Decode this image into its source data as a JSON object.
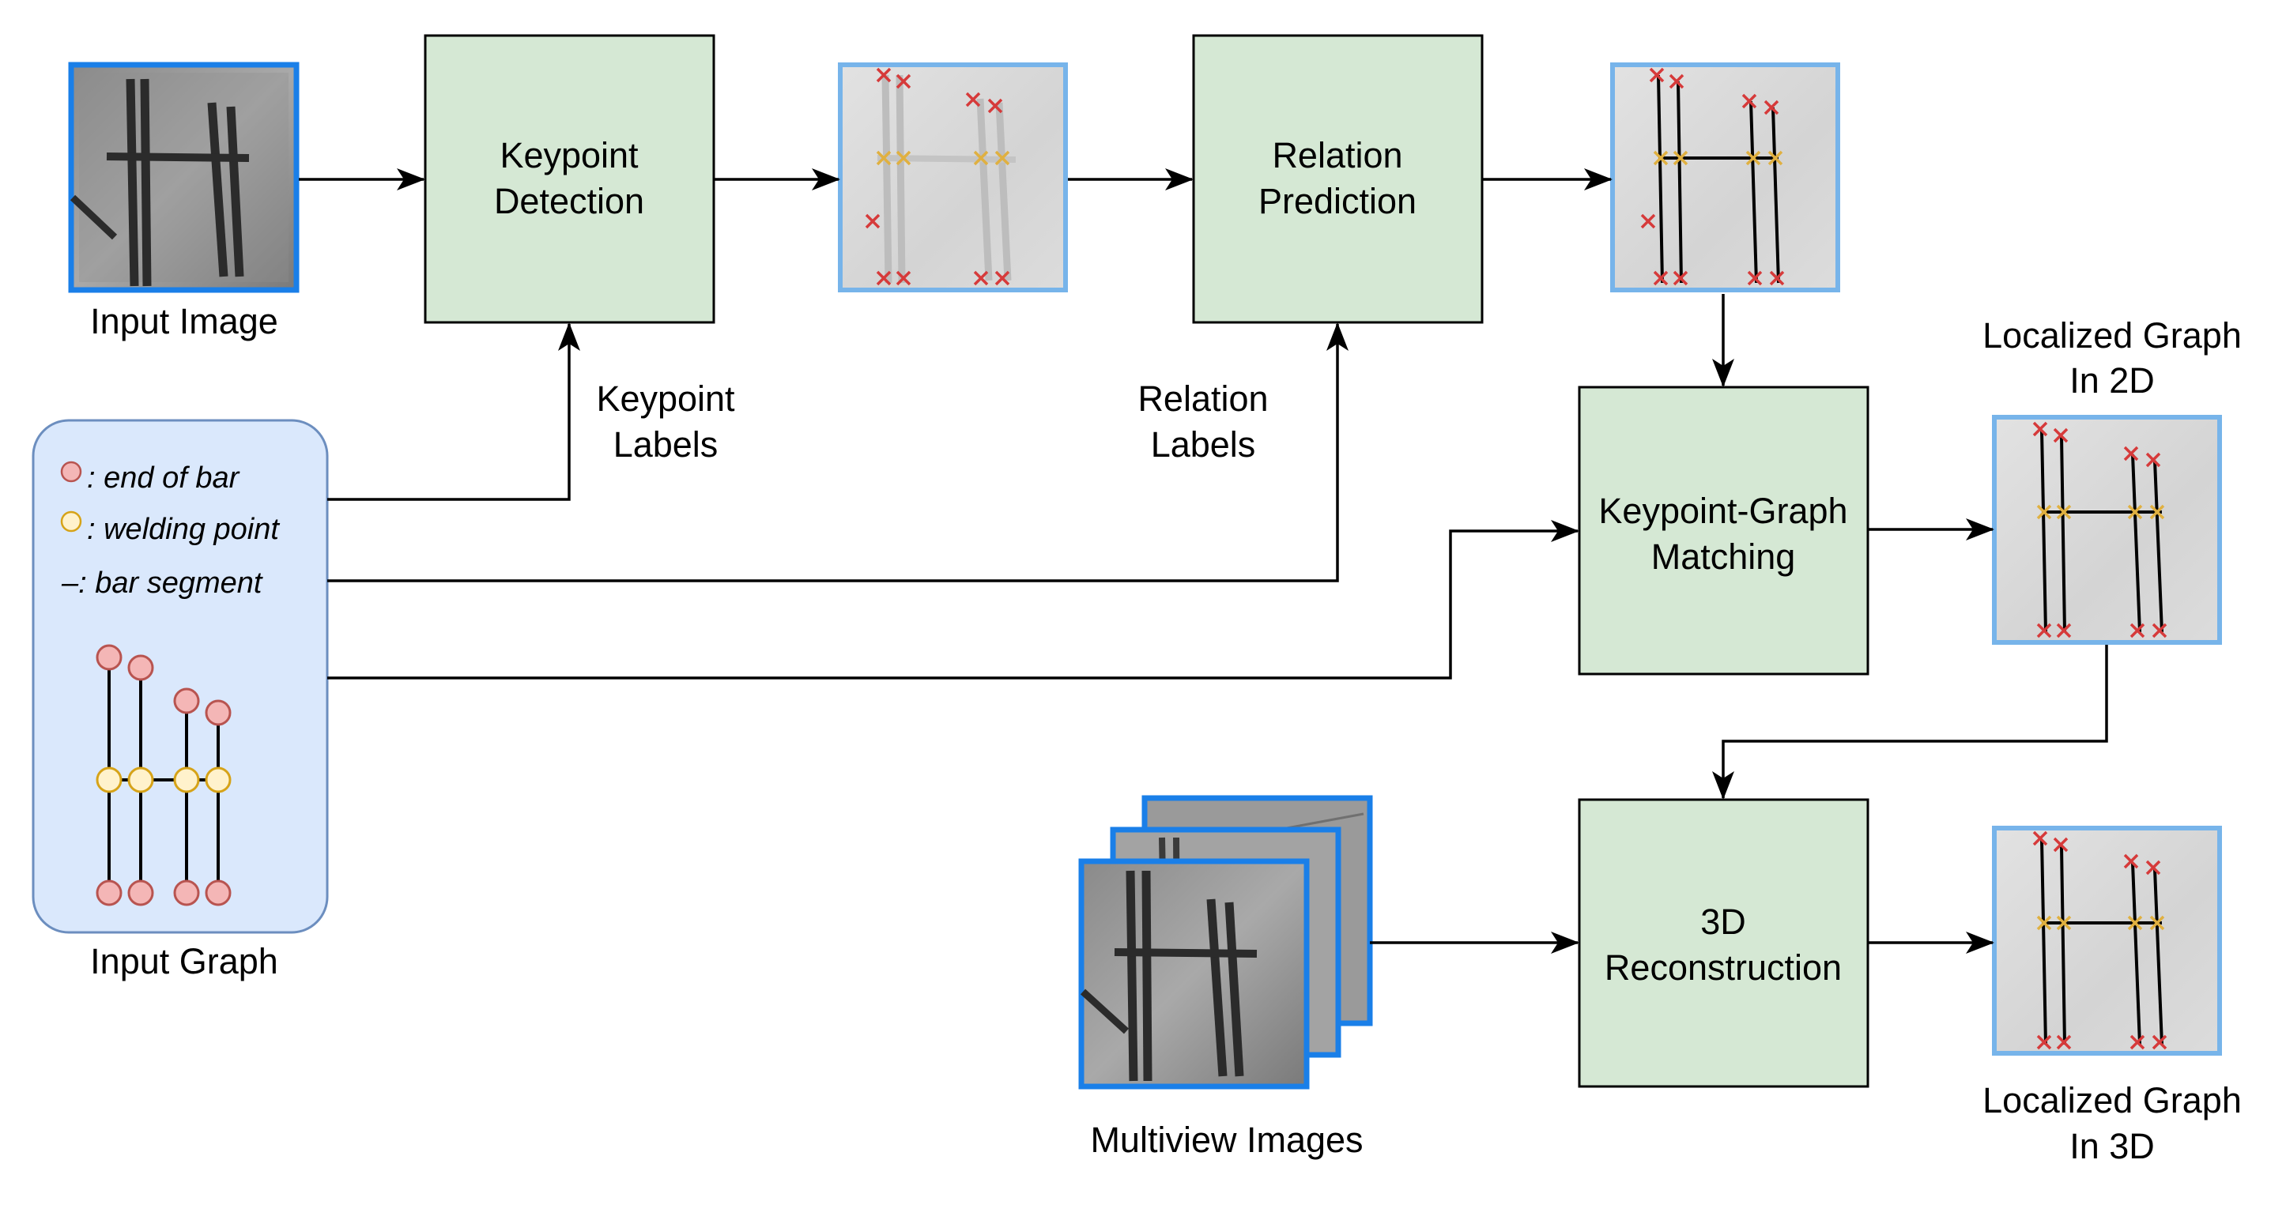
{
  "diagram": {
    "boxes": {
      "keypoint_detection": {
        "line1": "Keypoint",
        "line2": "Detection"
      },
      "relation_prediction": {
        "line1": "Relation",
        "line2": "Prediction"
      },
      "keypoint_graph_matching": {
        "line1": "Keypoint-Graph",
        "line2": "Matching"
      },
      "reconstruction_3d": {
        "line1": "3D",
        "line2": "Reconstruction"
      }
    },
    "captions": {
      "input_image": "Input Image",
      "input_graph": "Input Graph",
      "multiview_images": "Multiview Images",
      "localized_2d_line1": "Localized Graph",
      "localized_2d_line2": "In 2D",
      "localized_3d_line1": "Localized Graph",
      "localized_3d_line2": "In 3D"
    },
    "edge_labels": {
      "keypoint_labels_line1": "Keypoint",
      "keypoint_labels_line2": "Labels",
      "relation_labels_line1": "Relation",
      "relation_labels_line2": "Labels"
    },
    "legend": {
      "end_of_bar": ": end of bar",
      "welding_point": ": welding point",
      "bar_segment": "–: bar segment"
    },
    "colors": {
      "process_box_fill": "#d5e8d4",
      "graph_panel_fill": "#dae8fc",
      "graph_panel_border": "#6c8ebf",
      "image_border_dark": "#1a7fe8",
      "image_border_light": "#77b4ea",
      "end_node": "#f4b6b6",
      "end_node_stroke": "#b85450",
      "weld_node": "#fff2cc",
      "weld_node_stroke": "#d6a318",
      "end_marker": "#d63a3a",
      "weld_marker": "#e0b040"
    }
  }
}
